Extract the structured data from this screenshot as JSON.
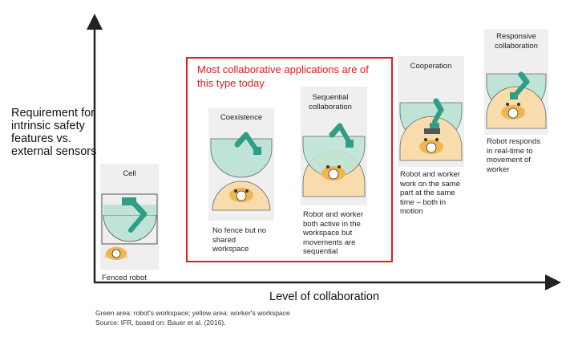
{
  "y_axis_label": "Requirement for intrinsic safety features vs. external sensors",
  "x_axis_label": "Level of collaboration",
  "highlight_box": {
    "label": "Most collaborative applications are of this type today",
    "color": "#e21a1a"
  },
  "stages": [
    {
      "title": "Cell",
      "description": "Fenced robot"
    },
    {
      "title": "Coexistence",
      "description": "No fence but no shared workspace"
    },
    {
      "title": "Sequential collaboration",
      "description": "Robot and worker both active in the workspace but movements are sequential"
    },
    {
      "title": "Cooperation",
      "description": "Robot and worker work on the same part at the same time – both in motion"
    },
    {
      "title": "Responsive collaboration",
      "description": "Robot responds in real-time to movement of worker"
    }
  ],
  "footnotes": {
    "legend": "Green area: robot's workspace; yellow area: worker's workspace",
    "source": "Source: IFR, based on: Bauer et al. (2016)."
  },
  "colors": {
    "robot_area": "#bfe3d6",
    "robot_arm": "#2f9e86",
    "worker_area": "#f8dcae",
    "worker_body": "#f2b64f",
    "panel": "#efefef"
  }
}
